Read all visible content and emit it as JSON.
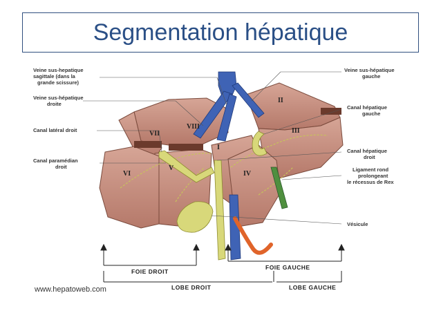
{
  "title": "Segmentation hépatique",
  "labels_left": {
    "vsh_sagittale": [
      "Veine sus-hepatique",
      "sagittale (dans la",
      "grande scissure)"
    ],
    "vsh_droite": [
      "Veine sus-hépatique",
      "droite"
    ],
    "canal_lateral_droit": [
      "Canal latéral droit"
    ],
    "canal_paramedian_droit": [
      "Canal paramédian",
      "droit"
    ]
  },
  "labels_right": {
    "vsh_gauche": [
      "Veine sus-hépatique",
      "gauche"
    ],
    "canal_hepatique_gauche": [
      "Canal hépatique",
      "gauche"
    ],
    "canal_hepatique_droit": [
      "Canal hépatique",
      "droit"
    ],
    "ligament_rond": [
      "Ligament rond",
      "prolongeant",
      "le récessus de Rex"
    ],
    "vesicule": [
      "Vésicule"
    ]
  },
  "segments": [
    "I",
    "II",
    "III",
    "IV",
    "V",
    "VI",
    "VII",
    "VIII"
  ],
  "axis": {
    "foie_droit": "FOIE DROIT",
    "foie_gauche": "FOIE GAUCHE",
    "lobe_droit": "LOBE DROIT",
    "lobe_gauche": "LOBE GAUCHE"
  },
  "watermark": "www.hepatoweb.com",
  "colors": {
    "title": "#2a4f86",
    "liver": "#c89384",
    "vein": "#3f63b5",
    "bile": "#d8d87a",
    "portal": "#e0642a",
    "ligament": "#3a7a3a"
  }
}
